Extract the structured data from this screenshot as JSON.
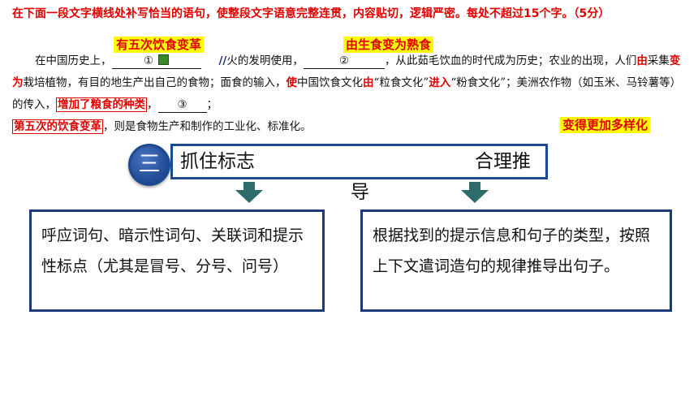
{
  "instruction": "在下面一段文字横线处补写恰当的语句，使整段文字语意完整连贯，内容贴切，逻辑严密。每处不超过15个字。（5分）",
  "highlights": {
    "h1": "有五次饮食变革",
    "h2": "由生食变为熟食",
    "h3": "变得更加多样化"
  },
  "passage": {
    "p1": "在中国历史上，",
    "blank1": "①",
    "slash": "//",
    "p2": "火的发明使用，",
    "blank2": "②",
    "p3": "，从此茹毛饮血的时代成为历史；农业的出现，人们",
    "m_you1": "由",
    "p4": "采集",
    "m_bianwei": "变为",
    "p5": "栽培植物，有目的地生产出自己的食物；面食的输入，",
    "m_shi": "使",
    "p6": "中国饮食文化",
    "m_you2": "由",
    "p7": "“粒食文化”",
    "m_jinru": "进入",
    "p8": "“粉食文化”；美洲农作物（如玉米、马铃薯等）的传入，",
    "m_zengjia": "增加了粮食的种类",
    "p9": "，",
    "blank3": "③",
    "p10": "；",
    "m_diwu": "第五次的饮食变革",
    "p11": "，则是食物生产和制作的工业化、标准化。"
  },
  "section": {
    "number": "三",
    "title_left": "抓住标志",
    "title_right": "合理推",
    "title_wrap": "导"
  },
  "boxes": {
    "left": "呼应词句、暗示性词句、关联词和提示性标点（尤其是冒号、分号、问号）",
    "right": "根据找到的提示信息和句子的类型，按照上下文遣词造句的规律推导出句子。"
  },
  "colors": {
    "accent_red": "#e00000",
    "highlight_yellow": "#ffff00",
    "navy": "#1c3a78",
    "arrow_teal": "#2e6b6b",
    "marker_green": "#3a8a2a"
  }
}
